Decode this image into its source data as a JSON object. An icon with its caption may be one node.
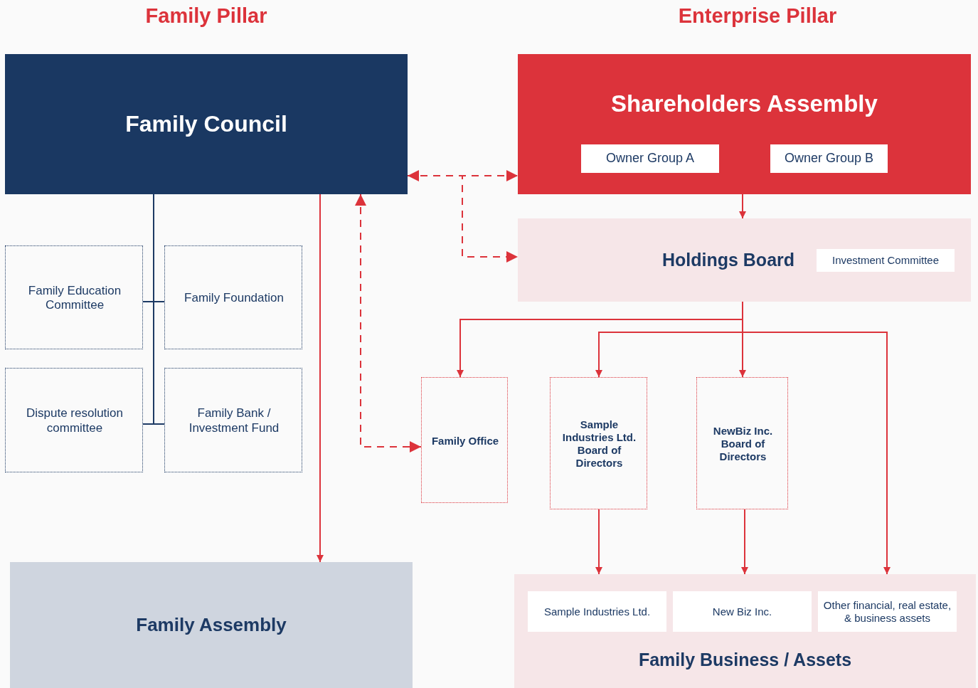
{
  "diagram": {
    "nodes": [
      {
        "text": [
          "Family Council"
        ]
      },
      {
        "text": [
          "Family Education Committee"
        ]
      },
      {
        "text": [
          "Family Foundation"
        ]
      },
      {
        "text": [
          "Dispute resolution committee"
        ]
      },
      {
        "text": [
          "Family Bank / Investment Fund"
        ]
      },
      {
        "text": [
          "Family Assembly"
        ]
      },
      {
        "text": [
          "Shareholders Assembly"
        ]
      },
      {
        "text": [
          "Owner Group A"
        ],
        "in": 6
      },
      {
        "text": [
          "Owner Group B"
        ],
        "in": 6
      },
      {
        "text": [
          "Holdings Board"
        ]
      },
      {
        "text": [
          "Investment Committee"
        ],
        "in": 9
      },
      {
        "text": [
          "Family Office"
        ]
      },
      {
        "text": [
          "Sample Industries Ltd. Board of Directors"
        ]
      },
      {
        "text": [
          "NewBiz Inc. Board of Directors"
        ]
      },
      {
        "text": [
          "Family Business / Assets"
        ]
      },
      {
        "text": [
          "Sample Industries Ltd."
        ],
        "in": 14
      },
      {
        "text": [
          "New Biz Inc."
        ],
        "in": 14
      },
      {
        "text": [
          "Other financial, real estate, & business assets"
        ],
        "in": 14
      }
    ],
    "edges": [
      {
        "from": 0,
        "to": 1,
        "arrow": "none",
        "color": "#1d3a64"
      },
      {
        "from": 0,
        "to": 2,
        "arrow": "none",
        "color": "#1d3a64"
      },
      {
        "from": 0,
        "to": 3,
        "arrow": "none",
        "color": "#1d3a64"
      },
      {
        "from": 0,
        "to": 4,
        "arrow": "none",
        "color": "#1d3a64"
      },
      {
        "from": 0,
        "to": 5,
        "arrow": "to"
      },
      {
        "from": 0,
        "to": 6,
        "arrow": "both",
        "style": "dashed"
      },
      {
        "from": 0,
        "to": 9,
        "arrow": "to",
        "style": "dashed"
      },
      {
        "from": 0,
        "to": 11,
        "arrow": "both",
        "style": "dashed"
      },
      {
        "from": 6,
        "to": 9,
        "arrow": "to"
      },
      {
        "from": 9,
        "to": 11,
        "arrow": "to"
      },
      {
        "from": 9,
        "to": 12,
        "arrow": "to"
      },
      {
        "from": 9,
        "to": 13,
        "arrow": "to"
      },
      {
        "from": 9,
        "to": 14,
        "arrow": "to"
      },
      {
        "from": 12,
        "to": 14,
        "arrow": "to"
      },
      {
        "from": 13,
        "to": 14,
        "arrow": "to"
      }
    ],
    "labels": [
      "Family Pillar",
      "Enterprise Pillar"
    ]
  }
}
